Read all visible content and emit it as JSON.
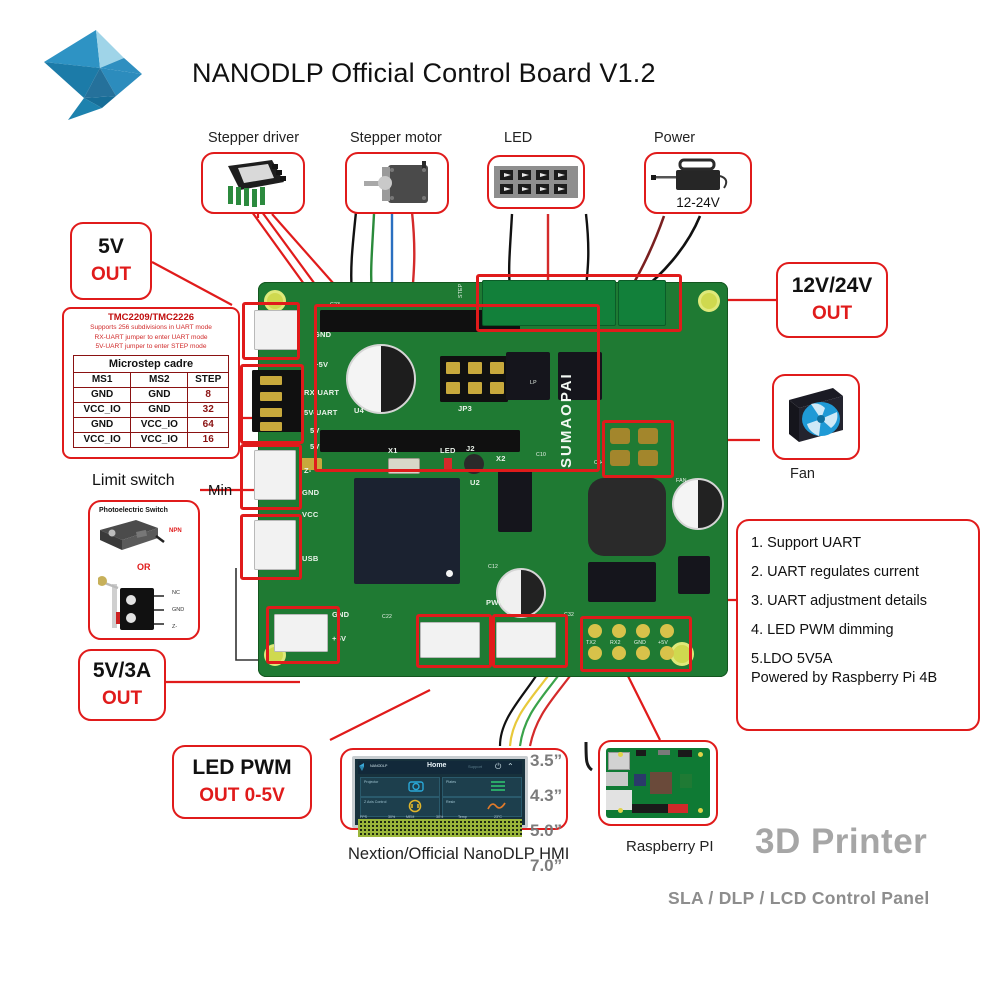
{
  "header": {
    "title": "NANODLP Official Control Board V1.2",
    "logo_name": "nanodlp-bird-logo"
  },
  "top_components": [
    {
      "label": "Stepper driver",
      "icon": "stepper-driver-module"
    },
    {
      "label": "Stepper motor",
      "icon": "nema-stepper-motor"
    },
    {
      "label": "LED",
      "icon": "uv-led-array"
    },
    {
      "label": "Power",
      "icon": "power-brick-adapter",
      "caption": "12-24V"
    }
  ],
  "callouts": {
    "v5_out": {
      "big": "5V",
      "sub": "OUT"
    },
    "v12_24_out": {
      "big": "12V/24V",
      "sub": "OUT"
    },
    "v5_3a_out": {
      "big": "5V/3A",
      "sub": "OUT"
    },
    "led_pwm": {
      "big": "LED PWM",
      "sub": "OUT 0-5V"
    },
    "fan": {
      "label": "Fan",
      "icon": "cooling-fan"
    },
    "min": {
      "label": "Min"
    }
  },
  "microstep": {
    "title": "TMC2209/TMC2226",
    "notes": [
      "Supports 256 subdivisions in UART mode",
      "RX-UART jumper to enter UART mode",
      "5V-UART jumper to enter STEP mode"
    ],
    "table_caption": "Microstep cadre",
    "headers": [
      "MS1",
      "MS2",
      "STEP"
    ],
    "rows": [
      [
        "GND",
        "GND",
        "8"
      ],
      [
        "VCC_IO",
        "GND",
        "32"
      ],
      [
        "GND",
        "VCC_IO",
        "64"
      ],
      [
        "VCC_IO",
        "VCC_IO",
        "16"
      ]
    ]
  },
  "limit_switch": {
    "title": "Limit switch",
    "photo_label": "Photoelectric Switch",
    "npn": "NPN",
    "or": "OR",
    "pins": [
      "NC",
      "GND",
      "Z-"
    ]
  },
  "info_list": [
    "1. Support UART",
    "2. UART regulates current",
    "3. UART adjustment details",
    "4. LED PWM dimming",
    "5.LDO 5V5A",
    "Powered by Raspberry Pi 4B"
  ],
  "hmi": {
    "caption": "Nextion/Official NanoDLP HMI",
    "screen": {
      "brand": "NANODLP",
      "title": "Home",
      "support": "Support",
      "tiles": [
        "Projector",
        "Plates",
        "Z Axis Control",
        "Resin"
      ],
      "status": [
        "FPS",
        "30%",
        "MEM",
        "30%",
        "Temp",
        "23°C"
      ]
    },
    "sizes": [
      "3.5”",
      "4.3”",
      "5.0”",
      "7.0”"
    ]
  },
  "raspberry": {
    "label": "Raspberry PI"
  },
  "branding": {
    "main": "3D Printer",
    "sub": "SLA / DLP / LCD Control Panel"
  },
  "pcb": {
    "brand_silk": "SUMAOPAI",
    "silkscreen": [
      "GND",
      "+5V",
      "RX-UART",
      "5V-UART",
      "5V",
      "5V",
      "Z-",
      "GND",
      "VCC",
      "USB",
      "PWM",
      "GND",
      "+5V",
      "U4",
      "U2",
      "JP3",
      "X1",
      "X2",
      "LED",
      "J2",
      "C23",
      "C22",
      "C10",
      "C12",
      "C34",
      "C32",
      "TX2",
      "RX2",
      "GND",
      "+5V",
      "FAN",
      "STEP",
      "LP"
    ]
  },
  "colors": {
    "accent_red": "#e01b1b",
    "pcb_green": "#1f7a33",
    "brand_grey": "#a6a6a6",
    "logo_blue": "#1b86b5"
  }
}
